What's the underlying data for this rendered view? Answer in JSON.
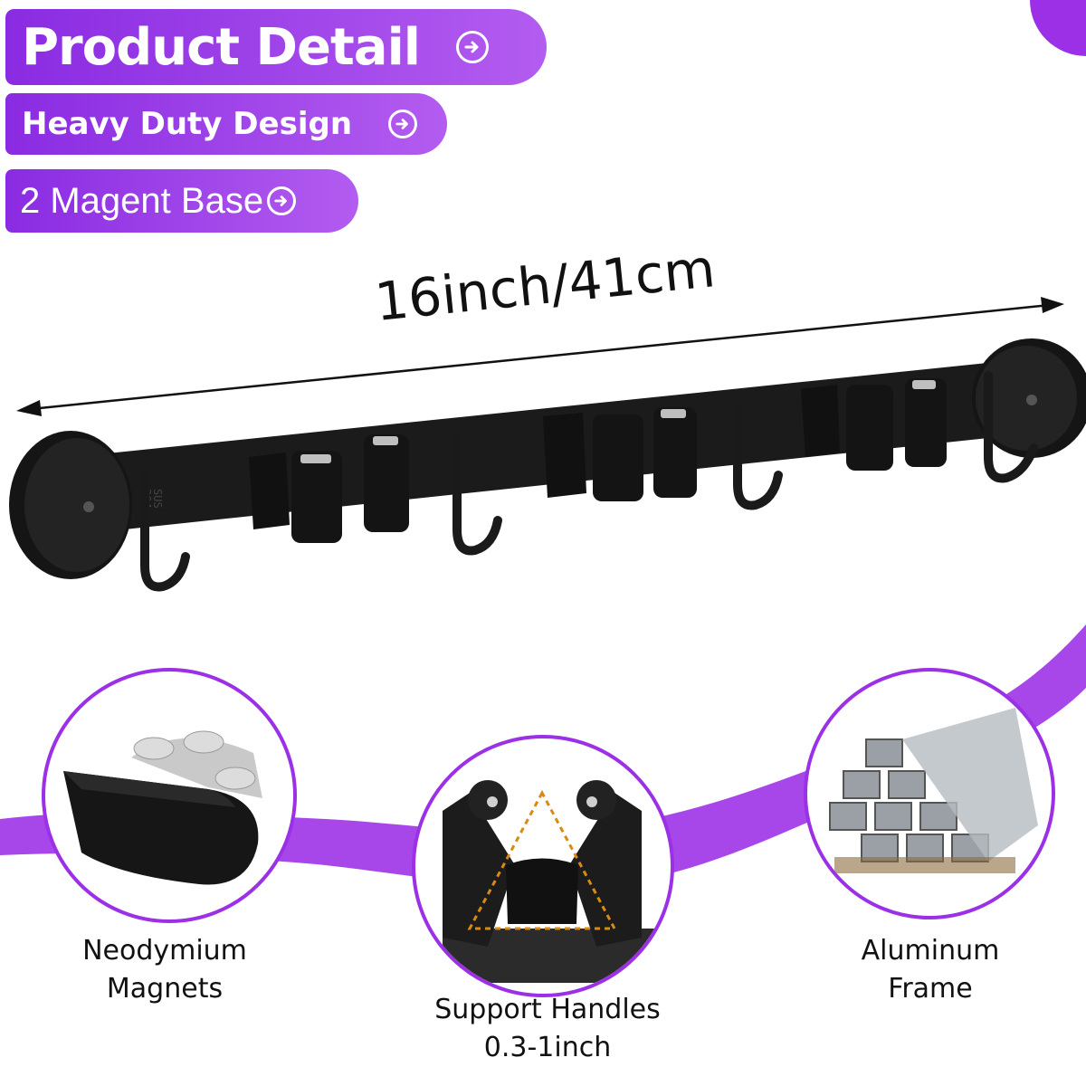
{
  "banner": {
    "title": "Product Detail",
    "feature1": "Heavy Duty Design",
    "feature2": "2 Magent Base"
  },
  "dimension": {
    "label": "16inch/41cm"
  },
  "product": {
    "stamp_line1": "SUS",
    "stamp_line2": "304"
  },
  "features": [
    {
      "line1": "Neodymium",
      "line2": "Magnets"
    },
    {
      "line1": "Support Handles",
      "line2": "0.3-1inch"
    },
    {
      "line1": "Aluminum",
      "line2": "Frame"
    }
  ],
  "colors": {
    "accent": "#9b30e6",
    "accent_light": "#b35cf0",
    "product": "#1a1a1a"
  },
  "icons": [
    "arrow-right-circle-icon"
  ]
}
